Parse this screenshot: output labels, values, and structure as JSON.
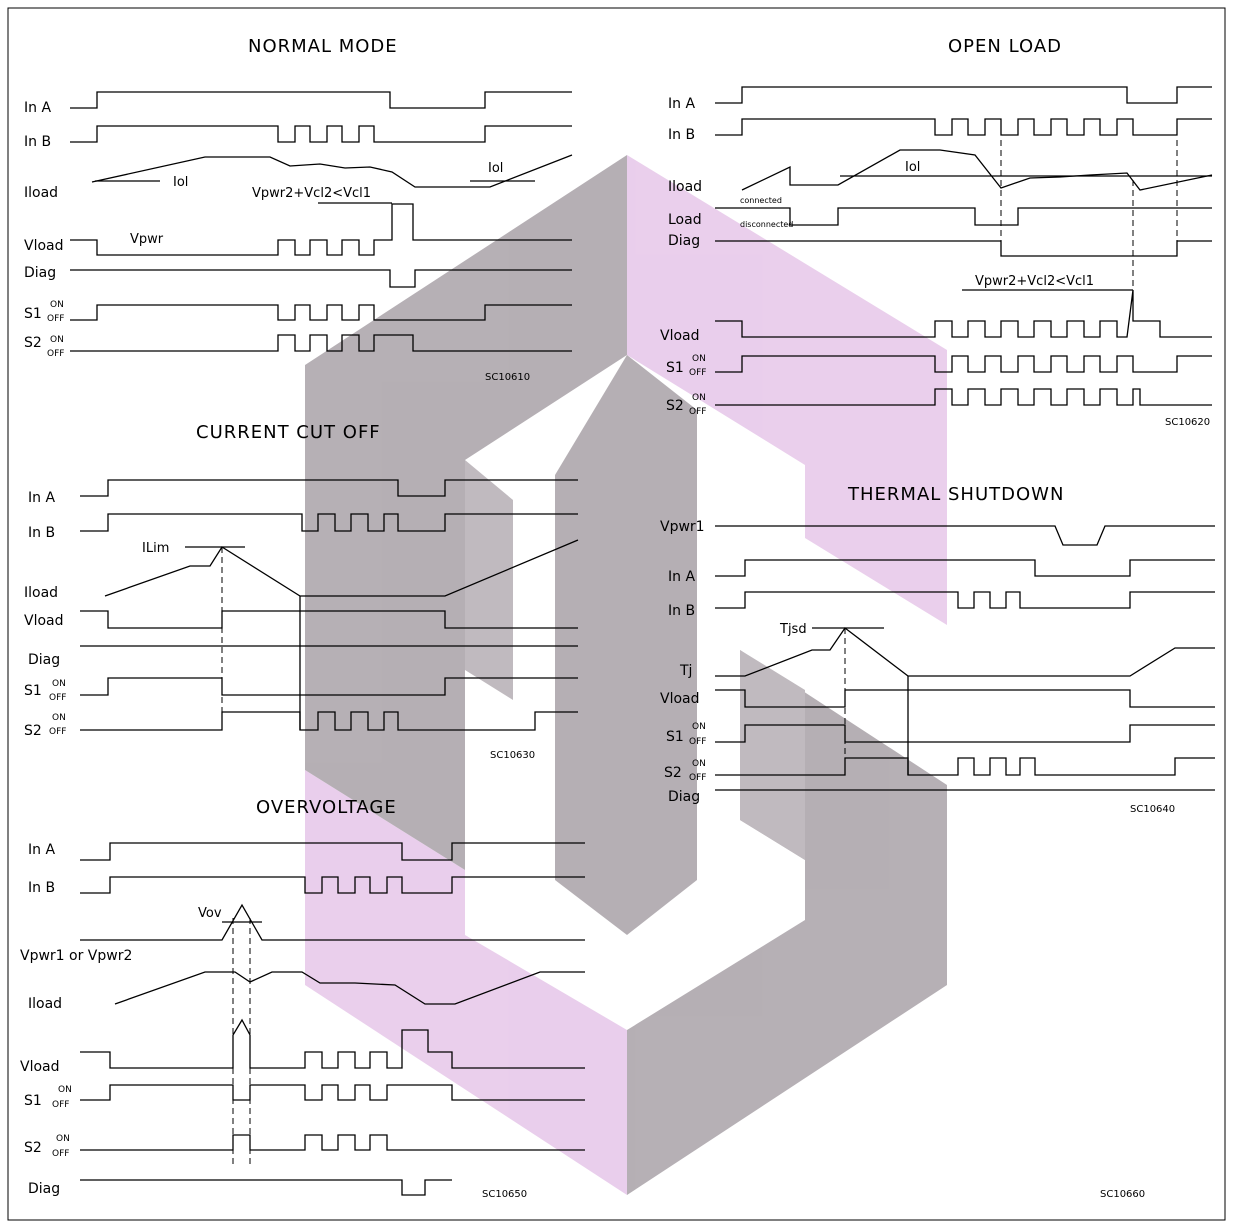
{
  "colors": {
    "line": "#000000",
    "watermark_grey": "#7a6f78",
    "watermark_pink": "#d8a7dd"
  },
  "watermark": {
    "icon": "brand-logo-watermark"
  },
  "panels": {
    "normal": {
      "title": "NORMAL MODE",
      "code": "SC10610",
      "signals": [
        "In A",
        "In B",
        "Iload",
        "Vload",
        "Diag",
        "S1",
        "S2"
      ],
      "annotations": {
        "iol_left": "Iol",
        "iol_right": "Iol",
        "vpwr": "Vpwr",
        "condition": "Vpwr2+Vcl2<Vcl1"
      }
    },
    "open_load": {
      "title": "OPEN LOAD",
      "code": "SC10620",
      "signals": [
        "In A",
        "In B",
        "Iload",
        "Load",
        "Diag",
        "Vload",
        "S1",
        "S2"
      ],
      "annotations": {
        "iol": "Iol",
        "connected": "connected",
        "disconnected": "disconnected",
        "condition": "Vpwr2+Vcl2<Vcl1"
      }
    },
    "current_cut_off": {
      "title": "CURRENT CUT OFF",
      "code": "SC10630",
      "signals": [
        "In A",
        "In B",
        "Iload",
        "Vload",
        "Diag",
        "S1",
        "S2"
      ],
      "annotations": {
        "ilim": "ILim"
      }
    },
    "thermal": {
      "title": "THERMAL SHUTDOWN",
      "code": "SC10640",
      "signals": [
        "Vpwr1",
        "In A",
        "In B",
        "Tj",
        "Vload",
        "S1",
        "S2",
        "Diag"
      ],
      "annotations": {
        "tjsd": "Tjsd"
      }
    },
    "overvoltage": {
      "title": "OVERVOLTAGE",
      "code": "SC10650",
      "signals": [
        "In A",
        "In B",
        "Vpwr1 or Vpwr2",
        "Iload",
        "Vload",
        "S1",
        "S2",
        "Diag"
      ],
      "annotations": {
        "vov": "Vov"
      }
    },
    "extra": {
      "code": "SC10660"
    }
  },
  "switch_states": {
    "on": "ON",
    "off": "OFF"
  }
}
